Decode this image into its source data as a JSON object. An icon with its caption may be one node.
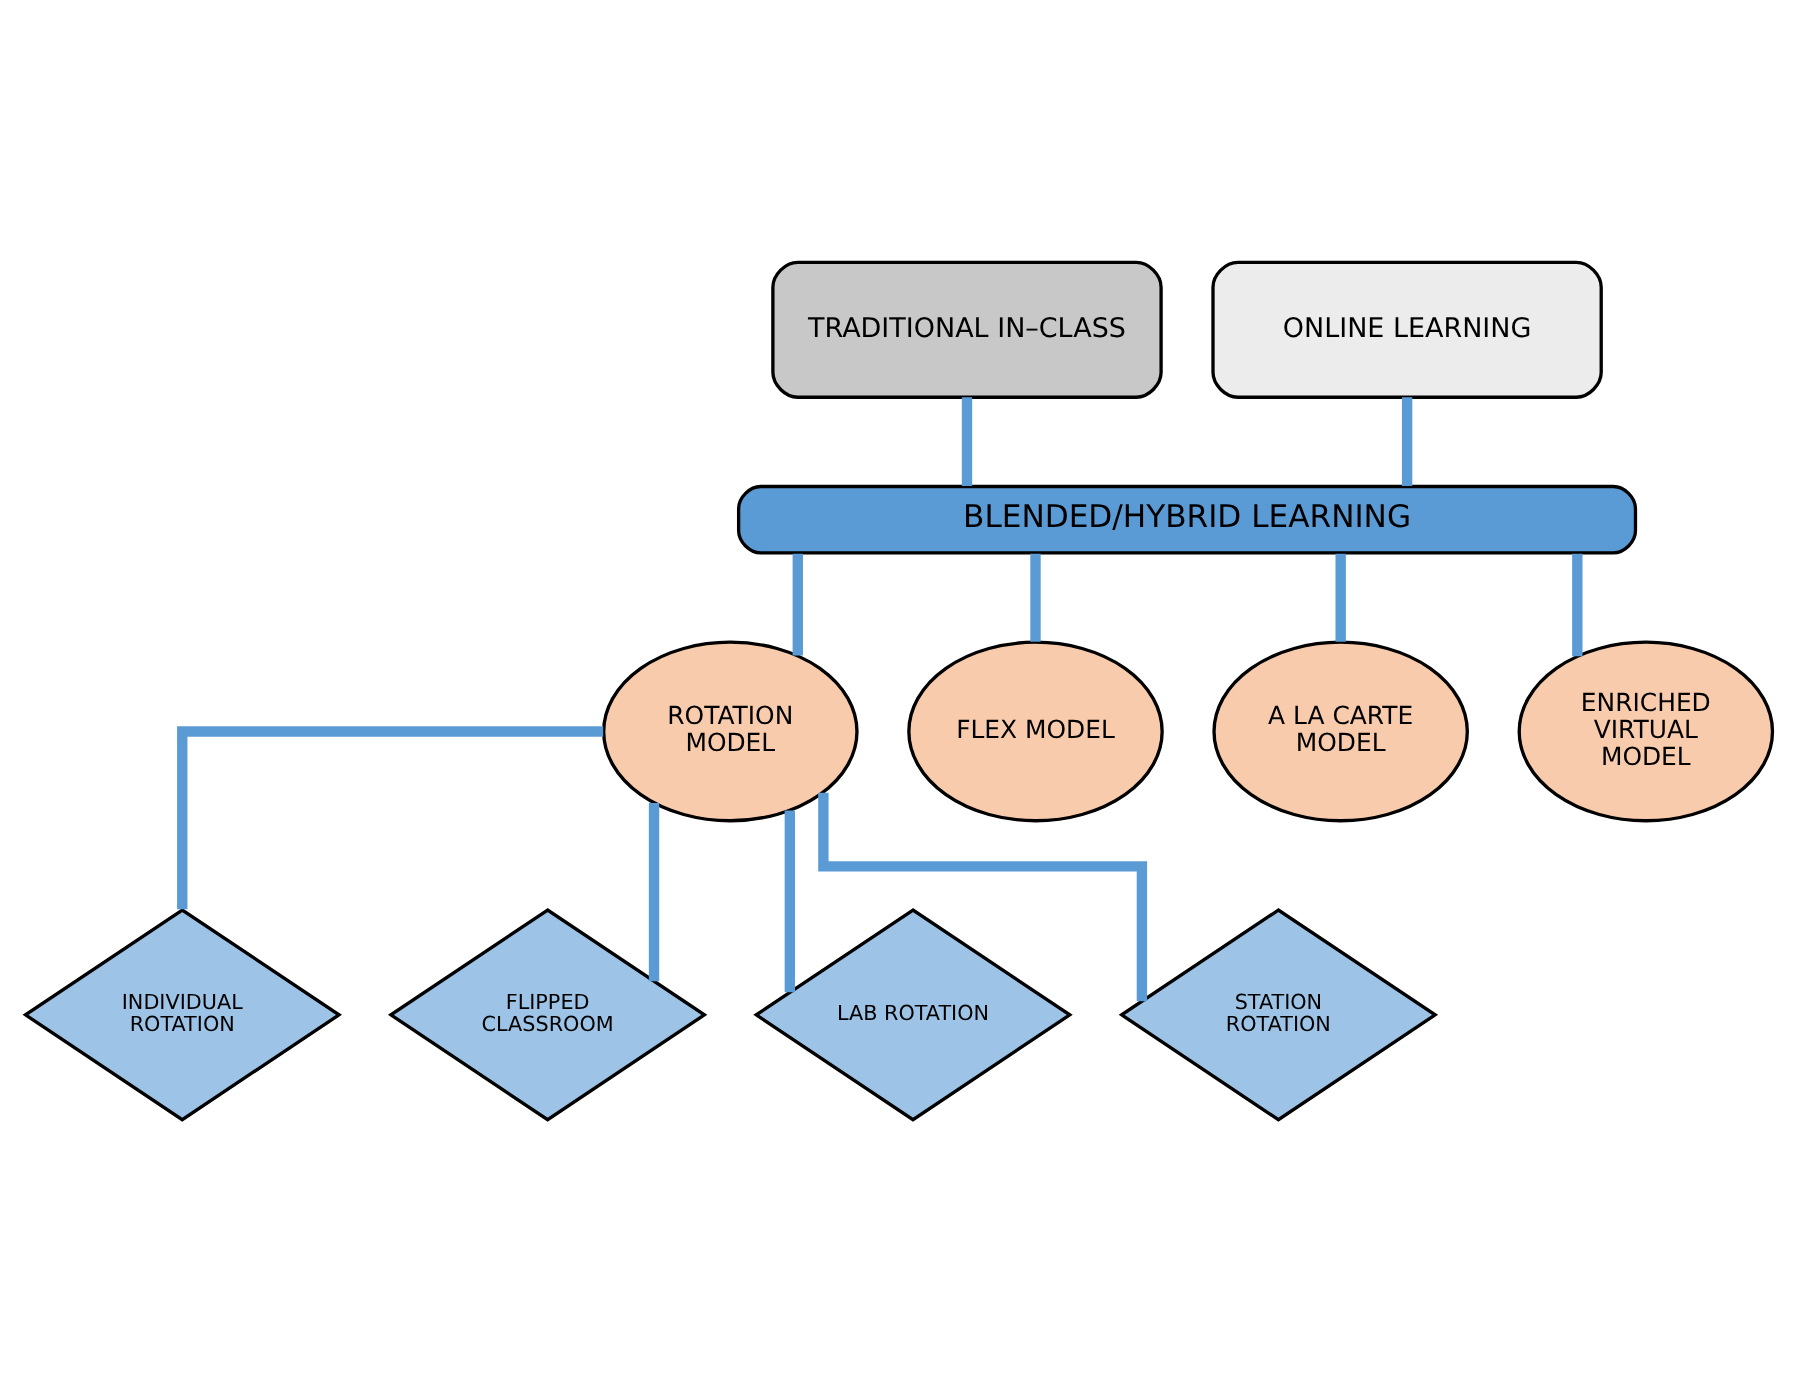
{
  "diagram": {
    "nodes": [
      {
        "text": [
          "TRADITIONAL IN–CLASS"
        ]
      },
      {
        "text": [
          "ONLINE LEARNING"
        ]
      },
      {
        "text": [
          "BLENDED/HYBRID LEARNING"
        ]
      },
      {
        "text": [
          "ROTATION MODEL"
        ]
      },
      {
        "text": [
          "FLEX MODEL"
        ]
      },
      {
        "text": [
          "A LA CARTE MODEL"
        ]
      },
      {
        "text": [
          "ENRICHED VIRTUAL MODEL"
        ]
      },
      {
        "text": [
          "INDIVIDUAL ROTATION"
        ]
      },
      {
        "text": [
          "FLIPPED CLASSROOM"
        ]
      },
      {
        "text": [
          "LAB ROTATION"
        ]
      },
      {
        "text": [
          "STATION ROTATION"
        ]
      }
    ],
    "edges": [
      {
        "from": 0,
        "to": 2,
        "arrow": "none"
      },
      {
        "from": 1,
        "to": 2,
        "arrow": "none"
      },
      {
        "from": 2,
        "to": 3,
        "arrow": "none"
      },
      {
        "from": 2,
        "to": 4,
        "arrow": "none"
      },
      {
        "from": 2,
        "to": 5,
        "arrow": "none"
      },
      {
        "from": 2,
        "to": 6,
        "arrow": "none"
      },
      {
        "from": 3,
        "to": 7,
        "arrow": "none"
      },
      {
        "from": 3,
        "to": 8,
        "arrow": "none"
      },
      {
        "from": 3,
        "to": 9,
        "arrow": "none"
      },
      {
        "from": 3,
        "to": 10,
        "arrow": "none"
      }
    ]
  }
}
